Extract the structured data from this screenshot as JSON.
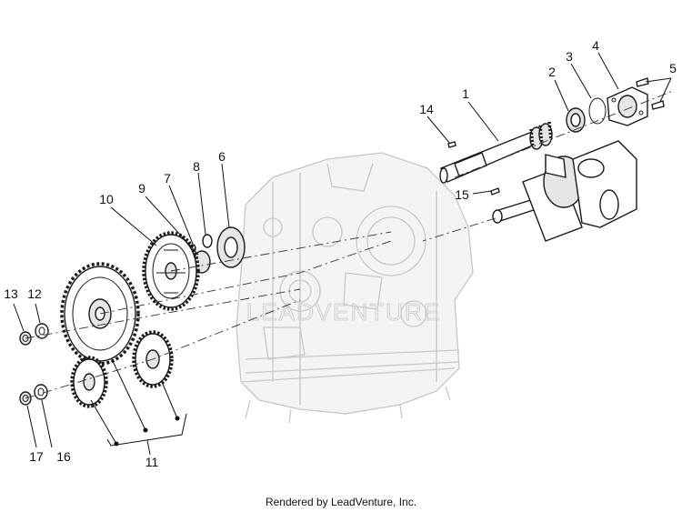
{
  "callouts": [
    {
      "id": "c1",
      "text": "1"
    },
    {
      "id": "c2",
      "text": "2"
    },
    {
      "id": "c3",
      "text": "3"
    },
    {
      "id": "c4",
      "text": "4"
    },
    {
      "id": "c5",
      "text": "5"
    },
    {
      "id": "c6",
      "text": "6"
    },
    {
      "id": "c7",
      "text": "7"
    },
    {
      "id": "c8",
      "text": "8"
    },
    {
      "id": "c9",
      "text": "9"
    },
    {
      "id": "c10",
      "text": "10"
    },
    {
      "id": "c11",
      "text": "11"
    },
    {
      "id": "c12",
      "text": "12"
    },
    {
      "id": "c13",
      "text": "13"
    },
    {
      "id": "c14",
      "text": "14"
    },
    {
      "id": "c15",
      "text": "15"
    },
    {
      "id": "c16",
      "text": "16"
    },
    {
      "id": "c17",
      "text": "17"
    }
  ],
  "watermark": "LEADVENTURE",
  "footer": "Rendered by LeadVenture, Inc."
}
